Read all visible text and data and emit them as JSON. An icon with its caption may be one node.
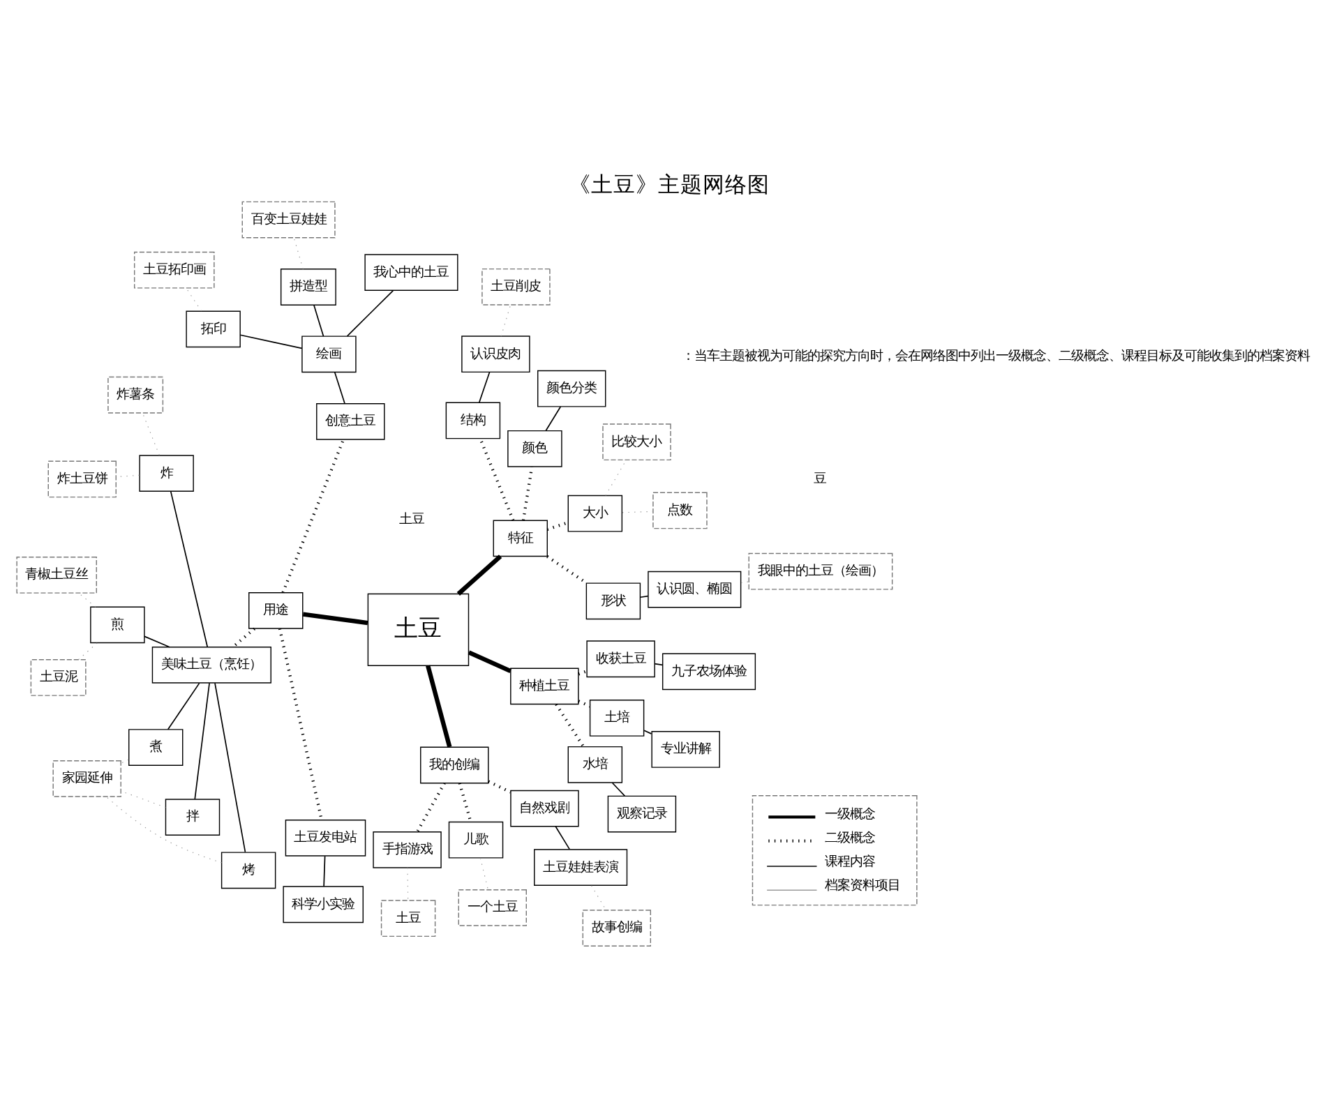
{
  "diagram": {
    "title": "《土豆》主题网络图",
    "nodes": [
      {
        "text": [
          "土豆"
        ]
      },
      {
        "text": [
          "特征"
        ]
      },
      {
        "text": [
          "形状"
        ]
      },
      {
        "text": [
          "认识圆、椭圆"
        ]
      },
      {
        "text": [
          "我眼中的土豆（绘画）"
        ]
      },
      {
        "text": [
          "大小"
        ]
      },
      {
        "text": [
          "点数"
        ]
      },
      {
        "text": [
          "比较大小"
        ]
      },
      {
        "text": [
          "颜色"
        ]
      },
      {
        "text": [
          "颜色分类"
        ]
      },
      {
        "text": [
          "结构"
        ]
      },
      {
        "text": [
          "认识皮肉"
        ]
      },
      {
        "text": [
          "土豆削皮"
        ]
      },
      {
        "text": [
          "用途"
        ]
      },
      {
        "text": [
          "创意土豆"
        ]
      },
      {
        "text": [
          "绘画"
        ]
      },
      {
        "text": [
          "我心中的土豆"
        ]
      },
      {
        "text": [
          "拼造型"
        ]
      },
      {
        "text": [
          "百变土豆娃娃"
        ]
      },
      {
        "text": [
          "拓印"
        ]
      },
      {
        "text": [
          "土豆拓印画"
        ]
      },
      {
        "text": [
          "美味土豆（烹饪）"
        ]
      },
      {
        "text": [
          "炸"
        ]
      },
      {
        "text": [
          "炸薯条"
        ]
      },
      {
        "text": [
          "炸土豆饼"
        ]
      },
      {
        "text": [
          "煎"
        ]
      },
      {
        "text": [
          "青椒土豆丝"
        ]
      },
      {
        "text": [
          "土豆泥"
        ]
      },
      {
        "text": [
          "煮"
        ]
      },
      {
        "text": [
          "拌"
        ]
      },
      {
        "text": [
          "烤"
        ]
      },
      {
        "text": [
          "家园延伸"
        ]
      },
      {
        "text": [
          "土豆发电站"
        ]
      },
      {
        "text": [
          "科学小实验"
        ]
      },
      {
        "text": [
          "我的创编"
        ]
      },
      {
        "text": [
          "手指游戏"
        ]
      },
      {
        "text": [
          "土豆"
        ]
      },
      {
        "text": [
          "儿歌"
        ]
      },
      {
        "text": [
          "一个土豆"
        ]
      },
      {
        "text": [
          "自然戏剧"
        ]
      },
      {
        "text": [
          "土豆娃娃表演"
        ]
      },
      {
        "text": [
          "故事创编"
        ]
      },
      {
        "text": [
          "种植土豆"
        ]
      },
      {
        "text": [
          "水培"
        ]
      },
      {
        "text": [
          "观察记录"
        ]
      },
      {
        "text": [
          "土培"
        ]
      },
      {
        "text": [
          "专业讲解"
        ]
      },
      {
        "text": [
          "收获土豆"
        ]
      },
      {
        "text": [
          "九子农场体验"
        ]
      }
    ],
    "edges": [
      {
        "from": 0,
        "to": 1,
        "arrow": "none",
        "style": "thick"
      },
      {
        "from": 1,
        "to": 2,
        "arrow": "none",
        "style": "dashed"
      },
      {
        "from": 2,
        "to": 3,
        "arrow": "none"
      },
      {
        "from": 3,
        "to": 4,
        "arrow": "none",
        "style": "dashed",
        "color": "#999999"
      },
      {
        "from": 1,
        "to": 5,
        "arrow": "none",
        "style": "dashed"
      },
      {
        "from": 5,
        "to": 6,
        "arrow": "none",
        "style": "dashed",
        "color": "#999999"
      },
      {
        "from": 5,
        "to": 7,
        "arrow": "none",
        "style": "dashed",
        "color": "#999999"
      },
      {
        "from": 1,
        "to": 8,
        "arrow": "none",
        "style": "dashed"
      },
      {
        "from": 8,
        "to": 9,
        "arrow": "none"
      },
      {
        "from": 1,
        "to": 10,
        "arrow": "none",
        "style": "dashed"
      },
      {
        "from": 10,
        "to": 11,
        "arrow": "none"
      },
      {
        "from": 11,
        "to": 12,
        "arrow": "none",
        "style": "dashed",
        "color": "#999999"
      },
      {
        "from": 0,
        "to": 13,
        "arrow": "none",
        "style": "thick"
      },
      {
        "from": 13,
        "to": 14,
        "arrow": "none",
        "style": "dashed"
      },
      {
        "from": 14,
        "to": 15,
        "arrow": "none"
      },
      {
        "from": 15,
        "to": 16,
        "arrow": "none"
      },
      {
        "from": 15,
        "to": 17,
        "arrow": "none"
      },
      {
        "from": 17,
        "to": 18,
        "arrow": "none",
        "style": "dashed",
        "color": "#999999"
      },
      {
        "from": 15,
        "to": 19,
        "arrow": "none"
      },
      {
        "from": 19,
        "to": 20,
        "arrow": "none",
        "style": "dashed",
        "color": "#999999"
      },
      {
        "from": 13,
        "to": 21,
        "arrow": "none",
        "style": "dashed"
      },
      {
        "from": 21,
        "to": 22,
        "arrow": "none"
      },
      {
        "from": 22,
        "to": 23,
        "arrow": "none",
        "style": "dashed",
        "color": "#999999"
      },
      {
        "from": 22,
        "to": 24,
        "arrow": "none",
        "style": "dashed",
        "color": "#999999"
      },
      {
        "from": 21,
        "to": 25,
        "arrow": "none"
      },
      {
        "from": 25,
        "to": 26,
        "arrow": "none",
        "style": "dashed",
        "color": "#999999"
      },
      {
        "from": 25,
        "to": 27,
        "arrow": "none",
        "style": "dashed",
        "color": "#999999"
      },
      {
        "from": 21,
        "to": 28,
        "arrow": "none"
      },
      {
        "from": 21,
        "to": 29,
        "arrow": "none"
      },
      {
        "from": 21,
        "to": 30,
        "arrow": "none"
      },
      {
        "from": 28,
        "to": 31,
        "arrow": "none",
        "style": "dashed",
        "color": "#999999"
      },
      {
        "from": 29,
        "to": 31,
        "arrow": "none",
        "style": "dashed",
        "color": "#999999"
      },
      {
        "from": 30,
        "to": 31,
        "arrow": "none",
        "style": "dashed",
        "color": "#999999"
      },
      {
        "from": 13,
        "to": 32,
        "arrow": "none",
        "style": "dashed"
      },
      {
        "from": 32,
        "to": 33,
        "arrow": "none"
      },
      {
        "from": 0,
        "to": 34,
        "arrow": "none",
        "style": "thick"
      },
      {
        "from": 34,
        "to": 35,
        "arrow": "none",
        "style": "dashed"
      },
      {
        "from": 35,
        "to": 36,
        "arrow": "none",
        "style": "dashed",
        "color": "#999999"
      },
      {
        "from": 34,
        "to": 37,
        "arrow": "none",
        "style": "dashed"
      },
      {
        "from": 37,
        "to": 38,
        "arrow": "none",
        "style": "dashed",
        "color": "#999999"
      },
      {
        "from": 34,
        "to": 39,
        "arrow": "none",
        "style": "dashed"
      },
      {
        "from": 39,
        "to": 40,
        "arrow": "none"
      },
      {
        "from": 40,
        "to": 41,
        "arrow": "none",
        "style": "dashed",
        "color": "#999999"
      },
      {
        "from": 0,
        "to": 42,
        "arrow": "none",
        "style": "thick"
      },
      {
        "from": 42,
        "to": 43,
        "arrow": "none",
        "style": "dashed"
      },
      {
        "from": 43,
        "to": 44,
        "arrow": "none"
      },
      {
        "from": 42,
        "to": 45,
        "arrow": "none",
        "style": "dashed"
      },
      {
        "from": 45,
        "to": 46,
        "arrow": "none"
      },
      {
        "from": 42,
        "to": 47,
        "arrow": "none",
        "style": "dashed"
      },
      {
        "from": 47,
        "to": 48,
        "arrow": "none"
      }
    ],
    "labels": [
      "土豆",
      "豆",
      "：当车主题被视为可能的探究方向时，会在网络图中列出一级概念、二级概念、课程目标及可能收集到的档案资料"
    ],
    "legend": [
      {
        "text": "一级概念"
      },
      {
        "text": "二级概念"
      },
      {
        "text": "课程内容"
      },
      {
        "text": "档案资料项目"
      }
    ]
  }
}
